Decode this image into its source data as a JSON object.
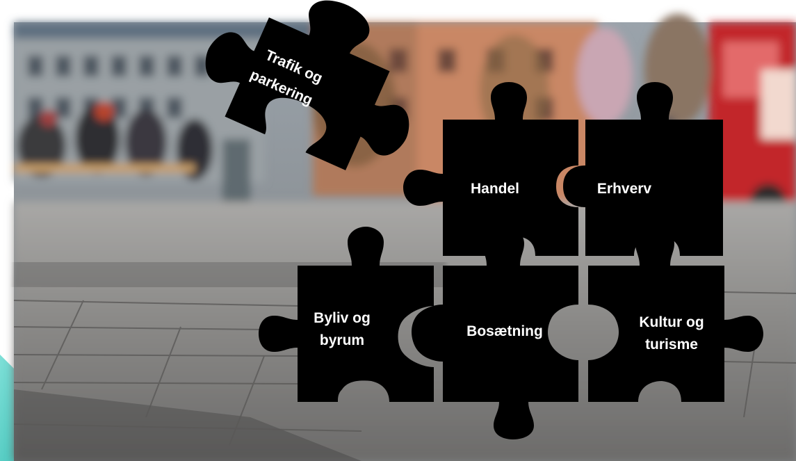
{
  "puzzle": {
    "trafik": [
      "Trafik og",
      "parkering"
    ],
    "handel": "Handel",
    "erhverv": "Erhverv",
    "byliv": [
      "Byliv og",
      "byrum"
    ],
    "bosaetning": "Bosætning",
    "kultur": [
      "Kultur og",
      "turisme"
    ]
  },
  "colors": {
    "piece": "#000000",
    "label": "#ffffff",
    "accent_teal": "#4fd1c8"
  }
}
